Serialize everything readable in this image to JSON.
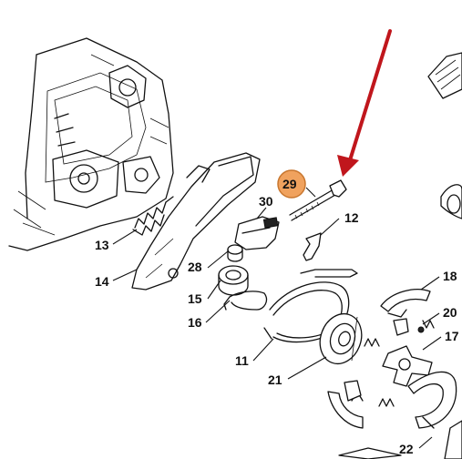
{
  "diagram": {
    "highlight_color": "#f0a25e",
    "arrow_color": "#c0161c",
    "callouts": [
      {
        "id": "29",
        "label": "29",
        "highlighted": true
      },
      {
        "id": "30",
        "label": "30"
      },
      {
        "id": "12",
        "label": "12"
      },
      {
        "id": "13",
        "label": "13"
      },
      {
        "id": "14",
        "label": "14"
      },
      {
        "id": "28",
        "label": "28"
      },
      {
        "id": "15",
        "label": "15"
      },
      {
        "id": "16",
        "label": "16"
      },
      {
        "id": "11",
        "label": "11"
      },
      {
        "id": "21",
        "label": "21"
      },
      {
        "id": "18",
        "label": "18"
      },
      {
        "id": "20",
        "label": "20"
      },
      {
        "id": "17",
        "label": "17"
      },
      {
        "id": "22",
        "label": "22"
      }
    ]
  }
}
